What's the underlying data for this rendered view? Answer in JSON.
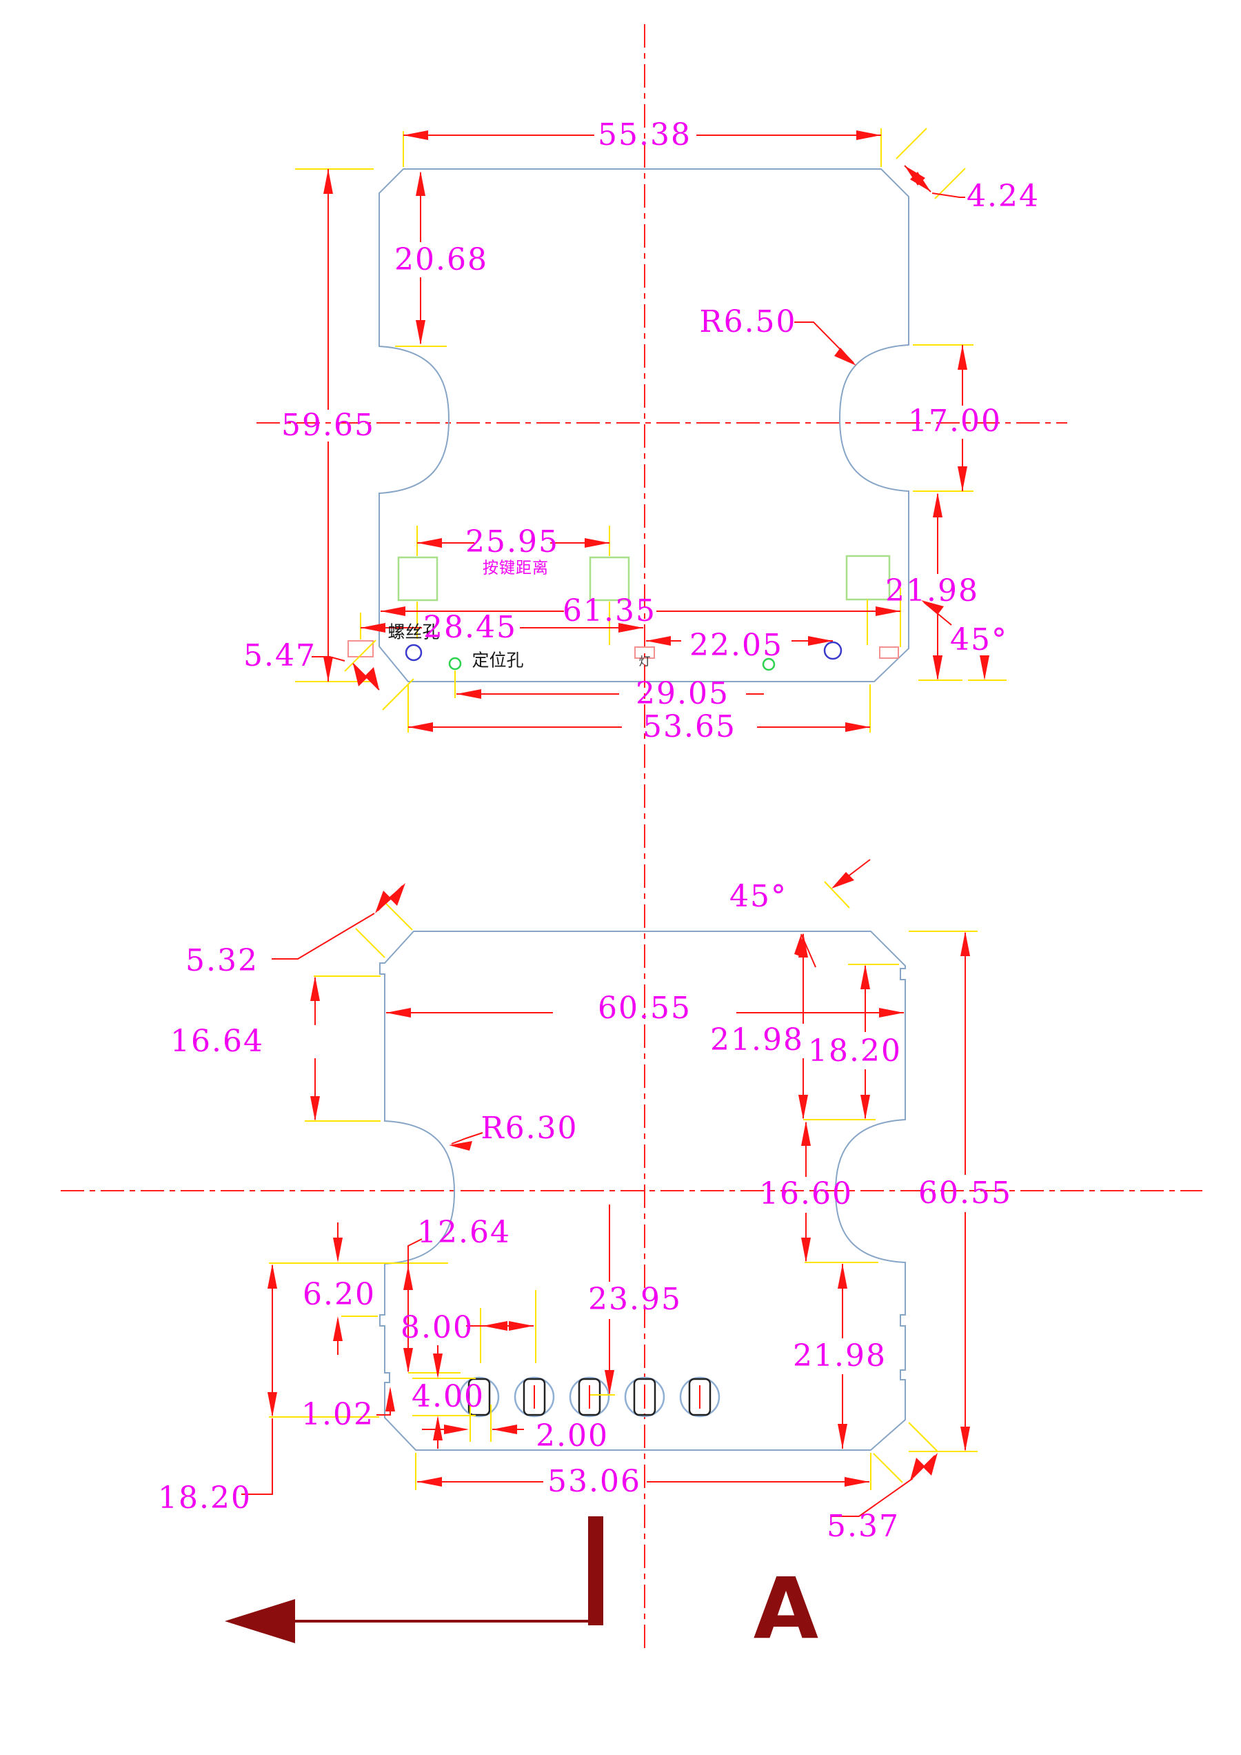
{
  "top_view": {
    "top_width": "55.38",
    "corner_chamfer": "4.24",
    "notch_top_offset": "20.68",
    "notch_radius": "R6.50",
    "overall_height": "59.65",
    "notch_height": "17.00",
    "button_spacing": "25.95",
    "button_spacing_note": "按键距离",
    "body_width": "61.35",
    "screw_hole_span": "28.45",
    "screw_hole_label": "螺丝孔",
    "locating_hole_label": "定位孔",
    "hole_span": "22.05",
    "locating_hole_span": "29.05",
    "bottom_width": "53.65",
    "bottom_chamfer": "5.47",
    "right_height": "21.98",
    "chamfer_angle": "45°",
    "lamp_label": "灯"
  },
  "bottom_view": {
    "top_left_chamfer": "5.32",
    "chamfer_angle": "45°",
    "top_width": "60.55",
    "left_top_height": "16.64",
    "right_top_height": "21.98",
    "right_step_height": "18.20",
    "notch_radius": "R6.30",
    "notch_height": "16.60",
    "overall_height": "60.55",
    "notch_bottom_offset": "12.64",
    "left_gap": "6.20",
    "slot_center_offset": "23.95",
    "slot_pitch": "8.00",
    "right_bottom_height": "21.98",
    "slot_height": "4.00",
    "edge_offset": "1.02",
    "slot_width": "2.00",
    "bottom_width": "53.06",
    "left_bottom_height": "18.20",
    "bottom_right_chamfer": "5.37"
  },
  "section": {
    "label": "A"
  },
  "colors": {
    "dimension_text": "#f202f2",
    "dimension_line": "#ff1414",
    "extension_line": "#ffe400",
    "outline": "#87a5c6",
    "centerline": "#ff2020",
    "section_marker": "#8b0d0d",
    "button_outline": "#a8e08a",
    "screw_hole": "#3a3acc",
    "locating_hole": "#2fd24f",
    "lamp_window": "#f59090"
  }
}
